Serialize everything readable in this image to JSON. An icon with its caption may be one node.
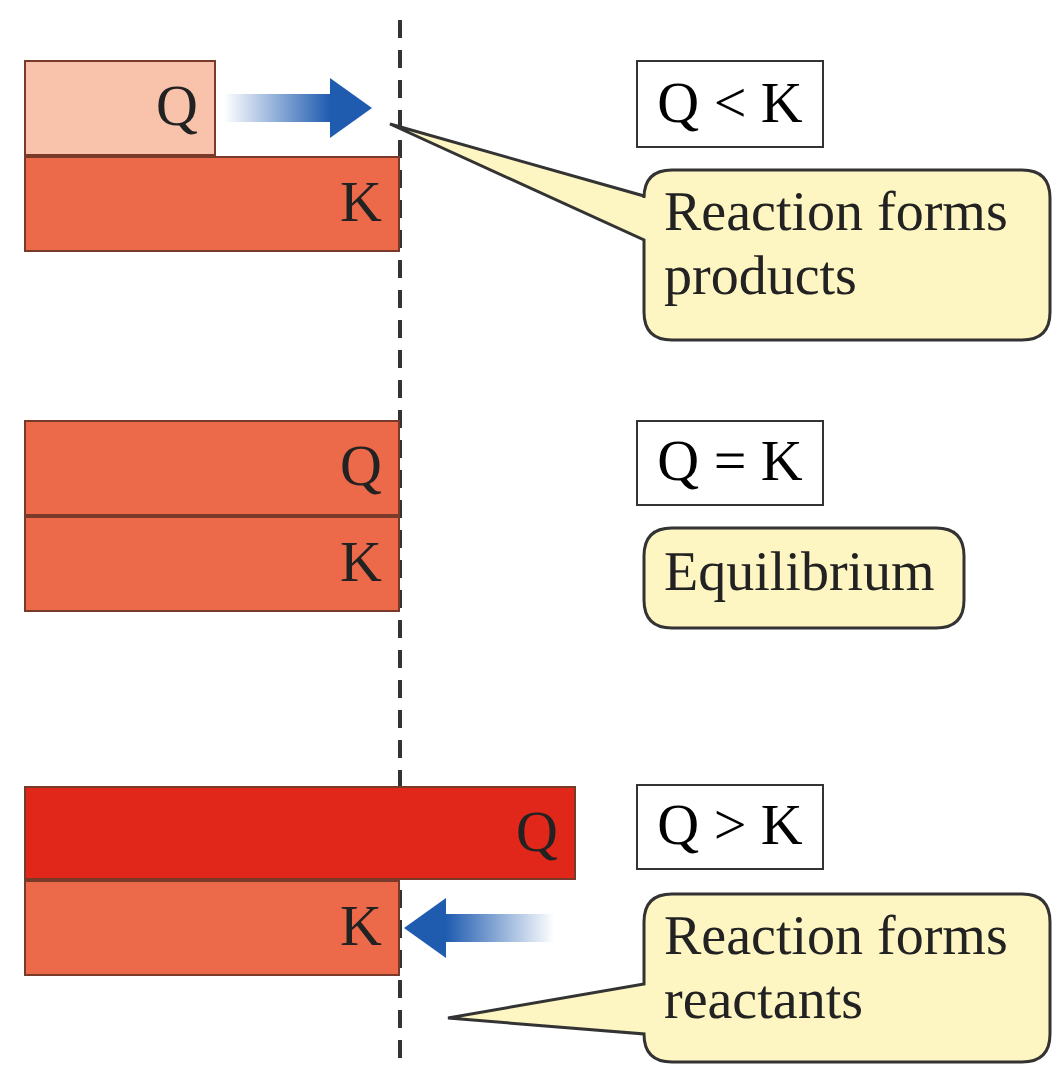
{
  "diagram": {
    "nodes": [
      {
        "text": [
          "Q"
        ]
      },
      {
        "text": [
          "Q < K"
        ]
      },
      {
        "text": [
          "K"
        ]
      },
      {
        "text": [
          "Reaction forms products"
        ]
      },
      {
        "text": [
          "Q"
        ]
      },
      {
        "text": [
          "Q = K"
        ]
      },
      {
        "text": [
          "K"
        ]
      },
      {
        "text": [
          "Equilibrium"
        ]
      },
      {
        "text": [
          "Q"
        ]
      },
      {
        "text": [
          "Q > K"
        ]
      },
      {
        "text": [
          "K"
        ]
      },
      {
        "text": [
          "Reaction forms reactants"
        ]
      }
    ],
    "edges": [
      {
        "from": 0,
        "to": 2,
        "arrow": "to",
        "style": "thick"
      },
      {
        "from": null,
        "to": 10,
        "arrow": "to",
        "style": "thick"
      }
    ]
  }
}
